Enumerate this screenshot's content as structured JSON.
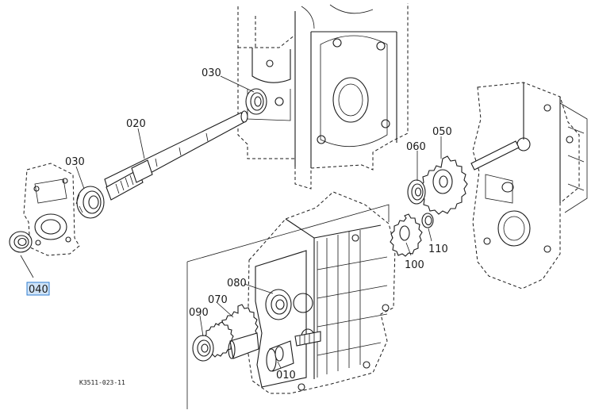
{
  "parts": [
    {
      "id": "p010",
      "label": "010"
    },
    {
      "id": "p020",
      "label": "020"
    },
    {
      "id": "p030a",
      "label": "030"
    },
    {
      "id": "p030b",
      "label": "030"
    },
    {
      "id": "p040",
      "label": "040",
      "selected": true
    },
    {
      "id": "p050",
      "label": "050"
    },
    {
      "id": "p060",
      "label": "060"
    },
    {
      "id": "p070",
      "label": "070"
    },
    {
      "id": "p080",
      "label": "080"
    },
    {
      "id": "p090",
      "label": "090"
    },
    {
      "id": "p100",
      "label": "100"
    },
    {
      "id": "p110",
      "label": "110"
    }
  ],
  "drawing_ref": "K3511-023-11",
  "colors": {
    "line": "#1a1a1a",
    "highlight": "#cfe3f7",
    "highlight_border": "#2f7dd1"
  }
}
